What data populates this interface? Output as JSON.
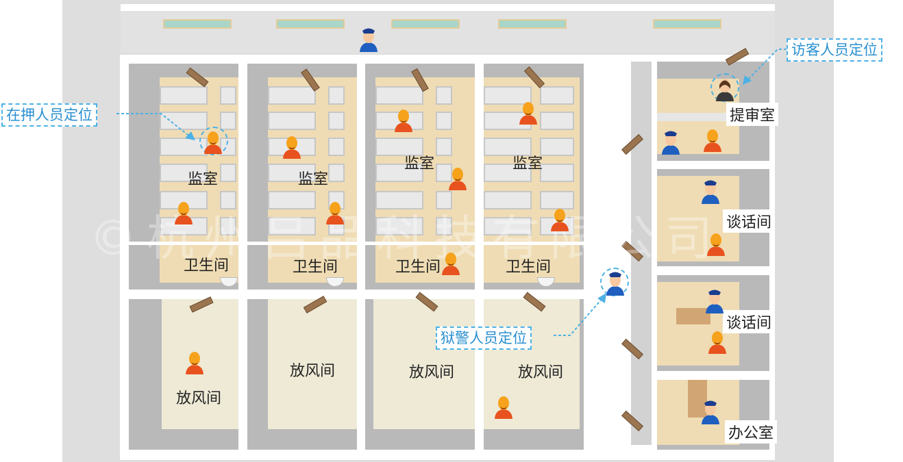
{
  "rooms": {
    "cell": "监室",
    "toilet": "卫生间",
    "yard": "放风间",
    "trial": "提审室",
    "talk": "谈话间",
    "office": "办公室"
  },
  "callouts": {
    "detainee": "在押人员定位",
    "visitor": "访客人员定位",
    "guard": "狱警人员定位"
  },
  "watermark": "©杭州吕品科技有限公司",
  "colors": {
    "inmate": "#e8521e",
    "guard": "#1f5fbf",
    "visitor": "#3a3a3a",
    "callout": "#2a8fd0"
  }
}
